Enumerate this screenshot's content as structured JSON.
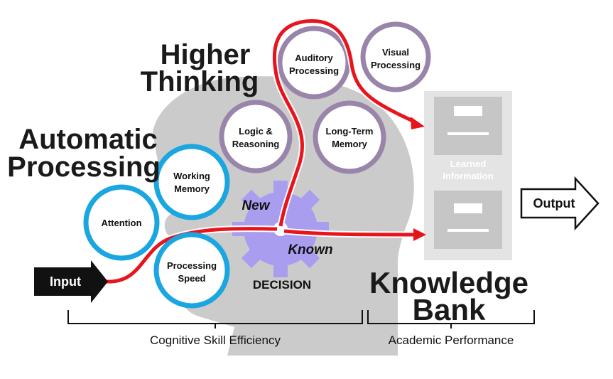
{
  "colors": {
    "blue_ring": "#1aa6e0",
    "purple_ring": "#9a85aa",
    "red_path": "#e8141c",
    "gear": "#a89cf0",
    "head_silhouette": "#c9c9c9",
    "cabinet": "#e3e3e3",
    "cabinet_drawer": "#c4c4c4",
    "heading_text": "#1a1a1a"
  },
  "headings": {
    "automatic_line1": "Automatic",
    "automatic_line2": "Processing",
    "higher_line1": "Higher",
    "higher_line2": "Thinking",
    "knowledge_line1": "Knowledge",
    "knowledge_line2": "Bank"
  },
  "automatic_skills": {
    "attention": "Attention",
    "working_memory_line1": "Working",
    "working_memory_line2": "Memory",
    "processing_speed_line1": "Processing",
    "processing_speed_line2": "Speed"
  },
  "higher_skills": {
    "logic_line1": "Logic &",
    "logic_line2": "Reasoning",
    "auditory_line1": "Auditory",
    "auditory_line2": "Processing",
    "visual_line1": "Visual",
    "visual_line2": "Processing",
    "longterm_line1": "Long-Term",
    "longterm_line2": "Memory"
  },
  "decision": {
    "label": "DECISION",
    "new_label": "New",
    "known_label": "Known"
  },
  "knowledge_bank": {
    "cabinet_label_line1": "Learned",
    "cabinet_label_line2": "Information"
  },
  "arrows": {
    "input": "Input",
    "output": "Output"
  },
  "brackets": {
    "cognitive": "Cognitive Skill Efficiency",
    "academic": "Academic Performance"
  }
}
